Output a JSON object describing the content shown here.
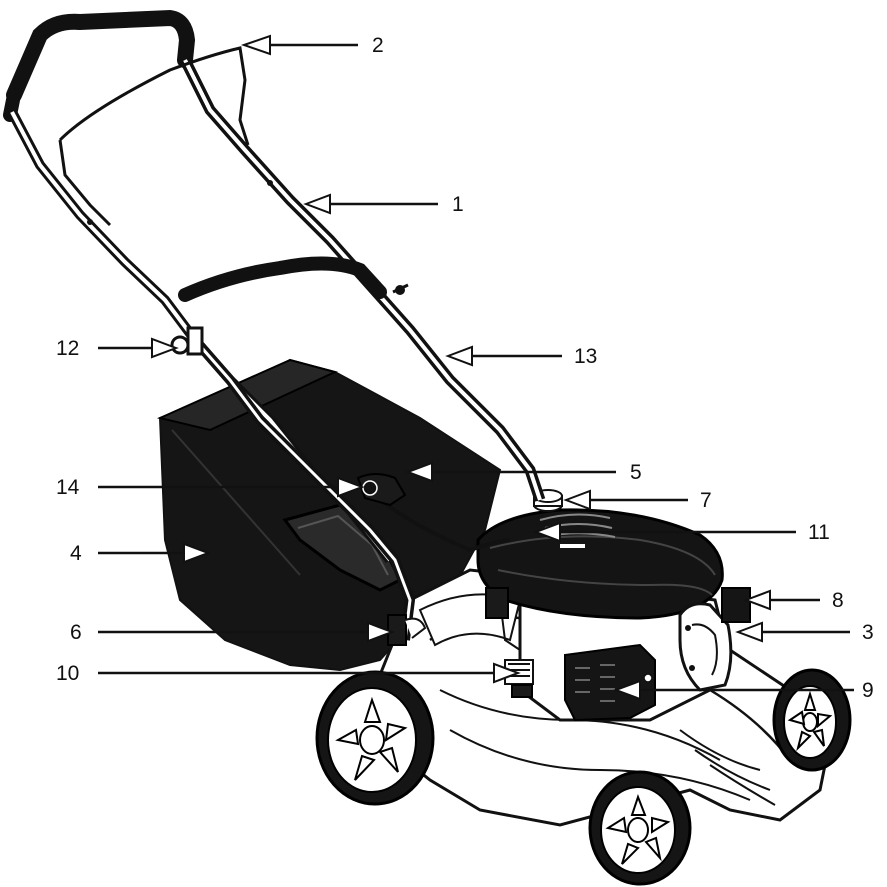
{
  "diagram": {
    "subject": "lawn mower parts diagram",
    "colors": {
      "ink": "#111111",
      "paper": "#ffffff"
    },
    "callouts": [
      {
        "id": "2",
        "label": "2"
      },
      {
        "id": "1",
        "label": "1"
      },
      {
        "id": "12",
        "label": "12"
      },
      {
        "id": "13",
        "label": "13"
      },
      {
        "id": "5",
        "label": "5"
      },
      {
        "id": "14",
        "label": "14"
      },
      {
        "id": "7",
        "label": "7"
      },
      {
        "id": "11",
        "label": "11"
      },
      {
        "id": "4",
        "label": "4"
      },
      {
        "id": "8",
        "label": "8"
      },
      {
        "id": "6",
        "label": "6"
      },
      {
        "id": "3",
        "label": "3"
      },
      {
        "id": "10",
        "label": "10"
      },
      {
        "id": "9",
        "label": "9"
      }
    ]
  }
}
